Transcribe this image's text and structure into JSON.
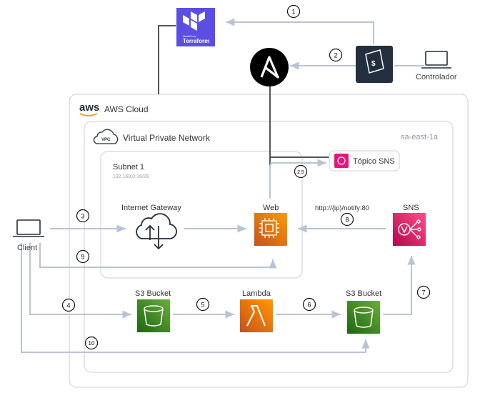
{
  "aws": {
    "logo_text": "aws",
    "cloud_label": "AWS Cloud"
  },
  "vpc": {
    "badge": "VPC",
    "label": "Virtual Private Network",
    "region": "sa-east-1a"
  },
  "subnet": {
    "label": "Subnet 1",
    "cidr": "192.168.0.16/28"
  },
  "terraform": {
    "brand_small": "HashiCorp",
    "brand": "Terraform"
  },
  "controller": {
    "label": "Controlador"
  },
  "client": {
    "label": "Client"
  },
  "sns_topic": {
    "label": "Tópico SNS"
  },
  "nodes": {
    "internet_gateway": "Internet Gateway",
    "web": "Web",
    "sns": "SNS",
    "s3_bucket_1": "S3 Bucket",
    "lambda": "Lambda",
    "s3_bucket_2": "S3 Bucket"
  },
  "notify_url": "http://{ip}/notify:80",
  "steps": [
    "1",
    "2",
    "2.5",
    "3",
    "4",
    "5",
    "6",
    "7",
    "8",
    "9",
    "10"
  ],
  "colors": {
    "terraform": "#5c4ee5",
    "ec2": "#ed7100",
    "s3": "#3f8624",
    "lambda": "#ed7100",
    "sns": "#e7157b",
    "arrow": "#b8c4d4",
    "box": "#d5d9de"
  }
}
